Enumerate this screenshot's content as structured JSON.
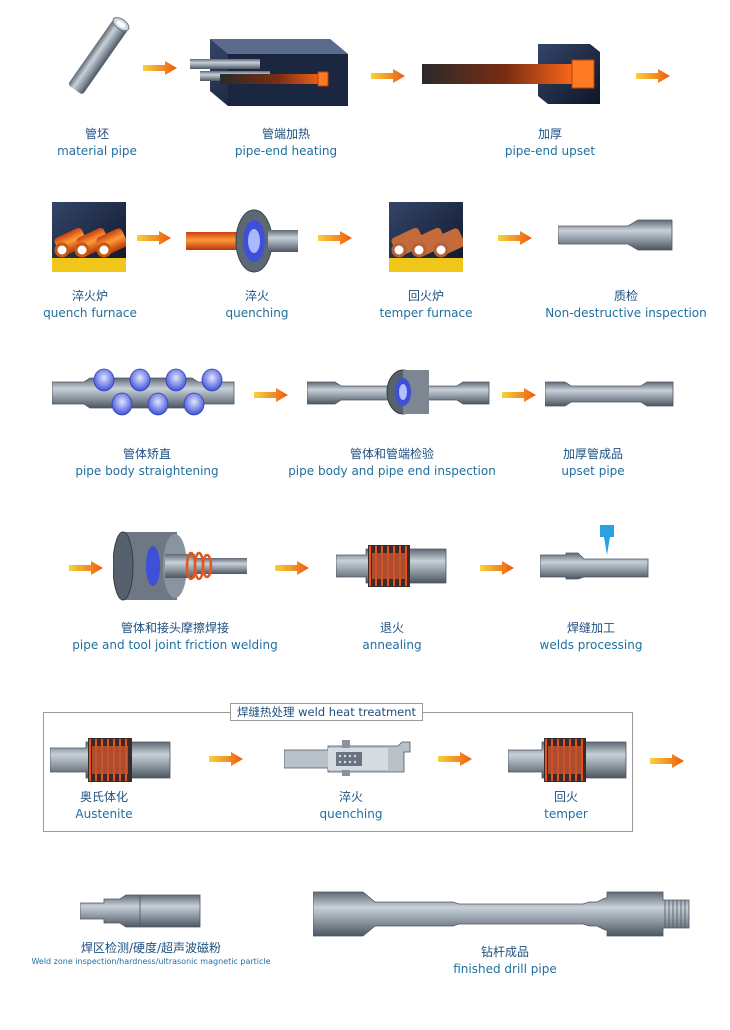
{
  "steps": [
    {
      "zh": "管坯",
      "en": "material pipe"
    },
    {
      "zh": "管端加热",
      "en": "pipe-end heating"
    },
    {
      "zh": "加厚",
      "en": "pipe-end upset"
    },
    {
      "zh": "淬火炉",
      "en": "quench furnace"
    },
    {
      "zh": "淬火",
      "en": "quenching"
    },
    {
      "zh": "回火炉",
      "en": "temper furnace"
    },
    {
      "zh": "质检",
      "en": "Non-destructive inspection"
    },
    {
      "zh": "管体矫直",
      "en": "pipe body straightening"
    },
    {
      "zh": "管体和管端检验",
      "en": "pipe body and pipe end inspection"
    },
    {
      "zh": "加厚管成品",
      "en": "upset pipe"
    },
    {
      "zh": "管体和接头摩擦焊接",
      "en": "pipe and tool joint friction welding"
    },
    {
      "zh": "退火",
      "en": "annealing"
    },
    {
      "zh": "焊缝加工",
      "en": "welds processing"
    },
    {
      "zh": "奥氏体化",
      "en": "Austenite"
    },
    {
      "zh": "淬火",
      "en": "quenching"
    },
    {
      "zh": "回火",
      "en": "temper"
    },
    {
      "zh": "焊区检测/硬度/超声波磁粉",
      "en": "Weld zone inspection/hardness/ultrasonic magnetic particle"
    },
    {
      "zh": "钻杆成品",
      "en": "finished drill pipe"
    }
  ],
  "group": {
    "title": "焊缝热处理 weld heat treatment"
  },
  "colors": {
    "label": "#1f6fa0",
    "pipe": "#8d97a3",
    "hot": "#e8541e",
    "arrow": "#f28a1a",
    "frame": "#9a9a9a"
  }
}
